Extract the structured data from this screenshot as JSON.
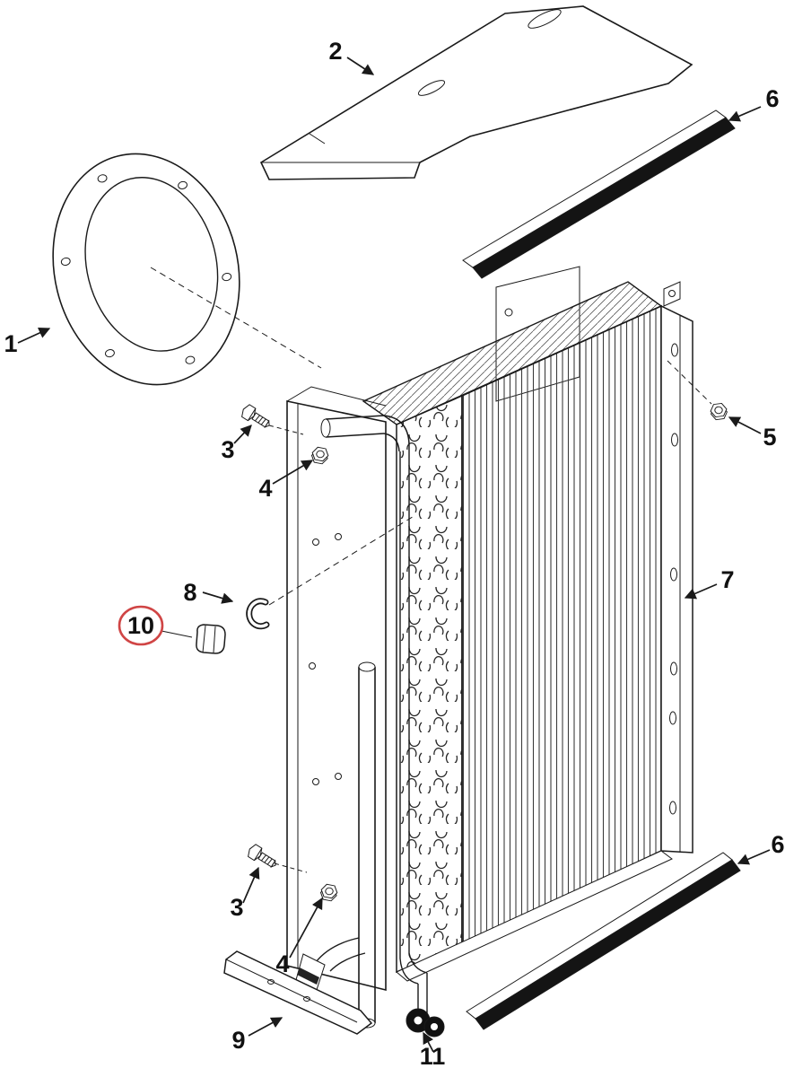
{
  "figure": {
    "kind": "exploded-parts-diagram",
    "background_color": "#ffffff",
    "line_color": "#1a1a1a",
    "highlight_color": "#d04545",
    "strip_color": "#141414",
    "highlighted_part": "10",
    "callouts": [
      {
        "label": "1"
      },
      {
        "label": "2"
      },
      {
        "label": "6"
      },
      {
        "label": "5"
      },
      {
        "label": "7"
      },
      {
        "label": "6"
      },
      {
        "label": "3"
      },
      {
        "label": "4"
      },
      {
        "label": "8"
      },
      {
        "label": "10"
      },
      {
        "label": "3"
      },
      {
        "label": "4"
      },
      {
        "label": "9"
      },
      {
        "label": "11"
      }
    ]
  }
}
